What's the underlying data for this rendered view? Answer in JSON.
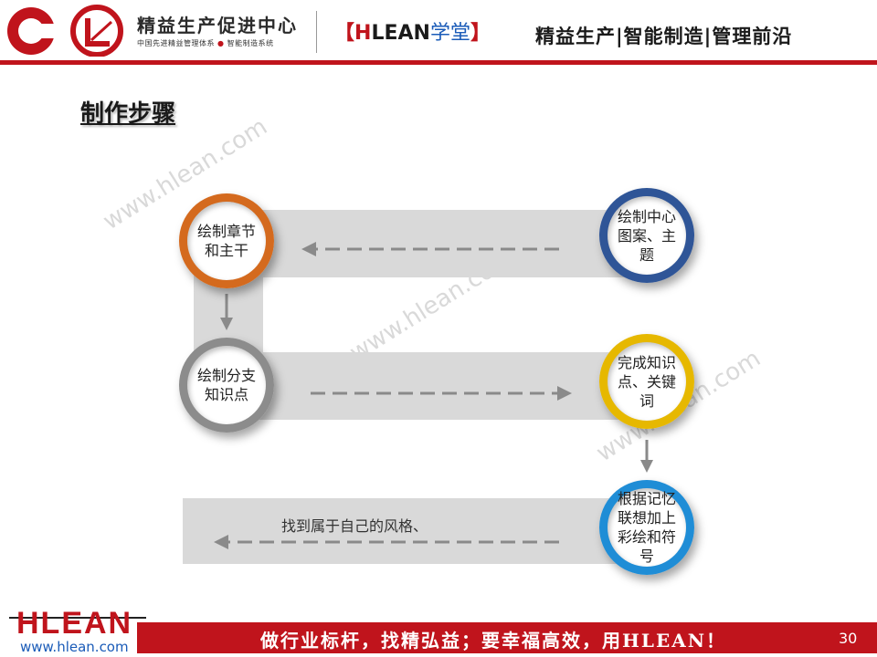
{
  "header": {
    "brand_title": "精益生产促进中心",
    "brand_sub_left": "中国先进精益管理体系",
    "brand_sub_right": "智能制造系统",
    "tag_open": "【",
    "tag_h": "H",
    "tag_lean": "LEAN",
    "tag_xt": "学堂",
    "tag_close": "】",
    "slogan": "精益生产|智能制造|管理前沿"
  },
  "section_title": "制作步骤",
  "watermark": "www.hlean.com",
  "steps": [
    {
      "label": "绘制中心图案、主题",
      "ring_color": "#2f5597"
    },
    {
      "label": "绘制章节和主干",
      "ring_color": "#d46a1e"
    },
    {
      "label": "绘制分支知识点",
      "ring_color": "#8c8c8c"
    },
    {
      "label": "完成知识点、关键词",
      "ring_color": "#e6b800"
    },
    {
      "label": "根据记忆联想加上彩绘和符号",
      "ring_color": "#1f8dd6"
    }
  ],
  "final_text": "找到属于自己的风格、",
  "footer": {
    "logo": "HLEAN",
    "url": "www.hlean.com",
    "slogan": "做行业标杆，找精弘益；要幸福高效，用HLEAN！",
    "page": "30"
  }
}
